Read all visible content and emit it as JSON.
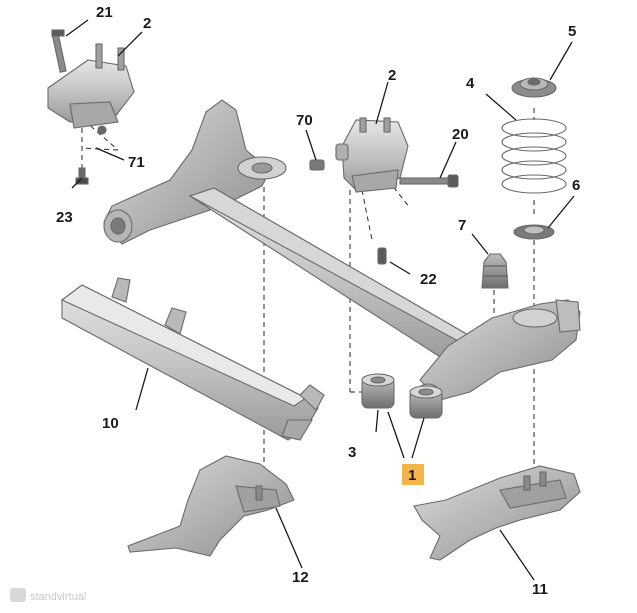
{
  "diagram": {
    "callouts": {
      "c1": "1",
      "c2a": "2",
      "c2b": "2",
      "c3": "3",
      "c4": "4",
      "c5": "5",
      "c6": "6",
      "c7": "7",
      "c10": "10",
      "c11": "11",
      "c12": "12",
      "c20": "20",
      "c21": "21",
      "c22": "22",
      "c23": "23",
      "c70": "70",
      "c71": "71"
    },
    "highlight_color": "#f3b54a",
    "part_color": "#c9c9c9",
    "watermark": "standvirtual"
  }
}
